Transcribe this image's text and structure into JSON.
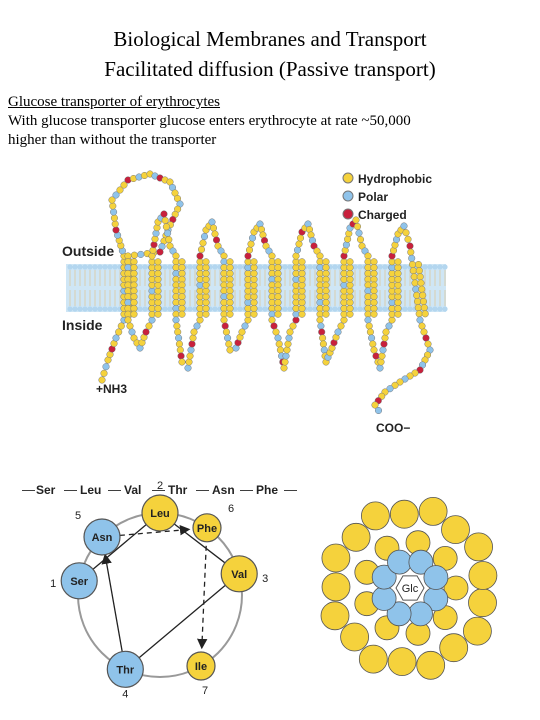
{
  "title": {
    "line1": "Biological Membranes and Transport",
    "line2": "Facilitated diffusion (Passive transport)"
  },
  "intro": {
    "heading": "Glucose transporter of erythrocytes",
    "line1": "With glucose transporter glucose enters erythrocyte at rate ~50,000",
    "line2": "higher than without the transporter"
  },
  "membrane": {
    "outside_label": "Outside",
    "inside_label": "Inside",
    "n_terminus": "+NH3",
    "c_terminus": "COO−",
    "legend": [
      {
        "label": "Hydrophobic",
        "color": "#f5d23c"
      },
      {
        "label": "Polar",
        "color": "#8fc3ea"
      },
      {
        "label": "Charged",
        "color": "#c8203c"
      }
    ]
  },
  "helix": {
    "sequence": [
      "Ser",
      "Leu",
      "Val",
      "Thr",
      "Asn",
      "Phe",
      "Ile"
    ],
    "residues": [
      {
        "name": "Ser",
        "number": "1",
        "type": "polar"
      },
      {
        "name": "Leu",
        "number": "2",
        "type": "hydrophobic"
      },
      {
        "name": "Val",
        "number": "3",
        "type": "hydrophobic"
      },
      {
        "name": "Thr",
        "number": "4",
        "type": "polar"
      },
      {
        "name": "Asn",
        "number": "5",
        "type": "polar"
      },
      {
        "name": "Phe",
        "number": "6",
        "type": "hydrophobic"
      },
      {
        "name": "Ile",
        "number": "7",
        "type": "hydrophobic"
      }
    ]
  },
  "channel": {
    "center_label": "Glc"
  },
  "colors": {
    "hydrophobic": "#f5d23c",
    "polar": "#8fc3ea",
    "charged": "#c8203c",
    "bilayer": "#cfe6f5",
    "outline": "#555555"
  }
}
